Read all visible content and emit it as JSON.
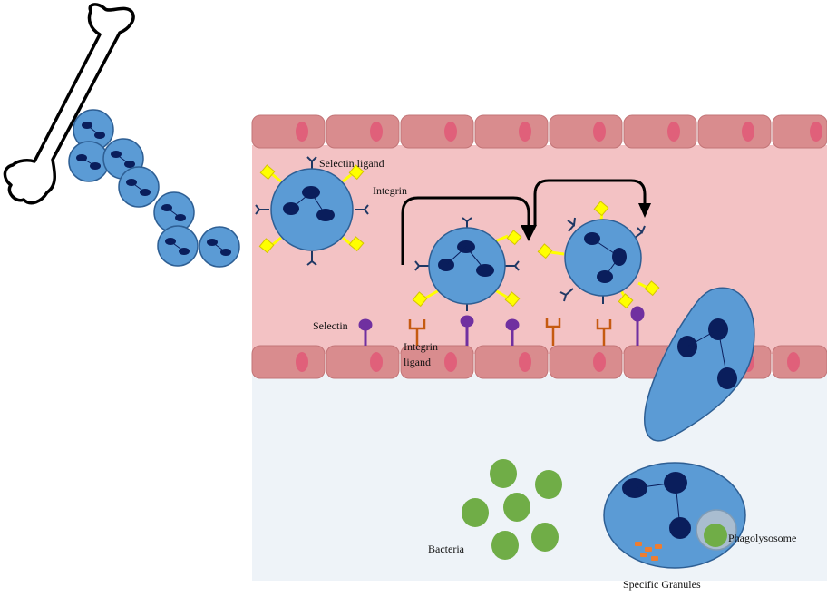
{
  "labels": {
    "selectin_ligand": "Selectin ligand",
    "integrin": "Integrin",
    "selectin": "Selectin",
    "integrin_ligand_line1": "Integrin",
    "integrin_ligand_line2": "ligand",
    "bacteria": "Bacteria",
    "phagolysosome": "Phagolysosome",
    "specific_granules": "Specific Granules"
  },
  "colors": {
    "cell_fill": "#5b9bd5",
    "cell_stroke": "#2e5f94",
    "nucleus": "#0a1e5c",
    "vessel_lumen": "#f3c2c4",
    "endothelium": "#d98c8e",
    "endothelial_nucleus": "#e0607a",
    "tissue": "#eef3f8",
    "selectin": "#7030a0",
    "integrin": "#ffff00",
    "integrin_ligand": "#c55a11",
    "bacteria": "#70ad47",
    "granules": "#ed7d31",
    "bone_outline": "#000000"
  },
  "icons": [
    "bone-icon",
    "neutrophil-icon",
    "bacteria-icon",
    "arrow-icon"
  ]
}
